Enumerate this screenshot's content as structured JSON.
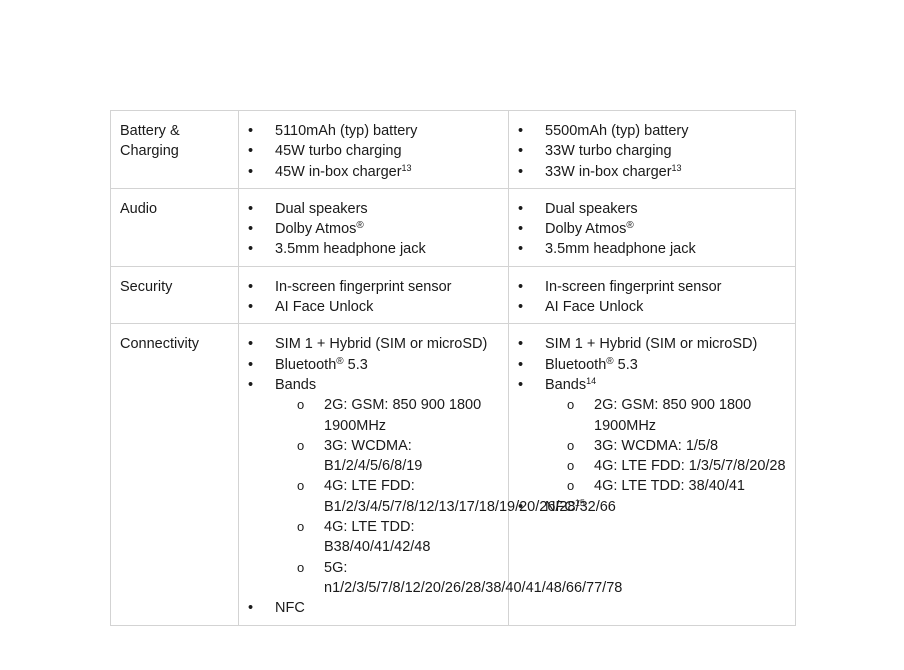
{
  "rows": {
    "battery": {
      "label": "Battery & Charging",
      "left": {
        "item1": "5110mAh (typ) battery",
        "item2": "45W turbo charging",
        "item3": "45W in-box charger",
        "item3_note": "13"
      },
      "right": {
        "item1": "5500mAh (typ) battery",
        "item2": "33W turbo charging",
        "item3": "33W in-box charger",
        "item3_note": "13"
      }
    },
    "audio": {
      "label": "Audio",
      "left": {
        "item1": "Dual speakers",
        "item2": "Dolby Atmos",
        "item2_mark": "®",
        "item3": "3.5mm headphone jack"
      },
      "right": {
        "item1": "Dual speakers",
        "item2": "Dolby Atmos",
        "item2_mark": "®",
        "item3": "3.5mm headphone jack"
      }
    },
    "security": {
      "label": "Security",
      "left": {
        "item1": "In-screen fingerprint sensor",
        "item2": "AI Face Unlock"
      },
      "right": {
        "item1": "In-screen fingerprint sensor",
        "item2": "AI Face Unlock"
      }
    },
    "connectivity": {
      "label": "Connectivity",
      "left": {
        "sim": "SIM 1 + Hybrid (SIM or microSD)",
        "bt": "Bluetooth",
        "bt_mark": "®",
        "bt_version": " 5.3",
        "bands": "Bands",
        "band_2g": "2G: GSM: 850 900 1800 1900MHz",
        "band_3g": "3G: WCDMA: B1/2/4/5/6/8/19",
        "band_4g_fdd": "4G: LTE FDD: B1/2/3/4/5/7/8/12/13/17/18/19/20/26/28/32/66",
        "band_4g_tdd": "4G: LTE TDD: B38/40/41/42/48",
        "band_5g": "5G: n1/2/3/5/7/8/12/20/26/28/38/40/41/48/66/77/78",
        "nfc": "NFC"
      },
      "right": {
        "sim": "SIM 1 + Hybrid (SIM or microSD)",
        "bt": "Bluetooth",
        "bt_mark": "®",
        "bt_version": " 5.3",
        "bands": "Bands",
        "bands_note": "14",
        "band_2g": "2G: GSM: 850 900 1800 1900MHz",
        "band_3g": "3G: WCDMA: 1/5/8",
        "band_4g_fdd": "4G: LTE FDD: 1/3/5/7/8/20/28",
        "band_4g_tdd": "4G: LTE TDD: 38/40/41",
        "nfc": "NFC",
        "nfc_note": "15"
      }
    }
  }
}
